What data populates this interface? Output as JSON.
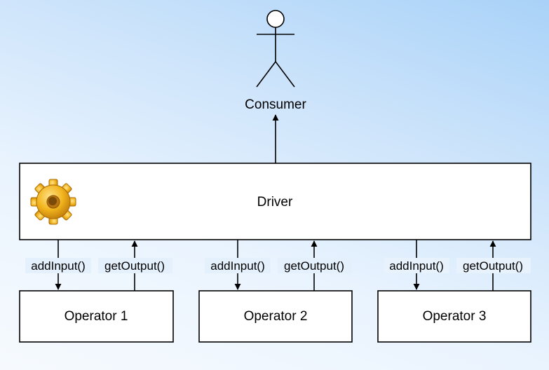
{
  "actor": {
    "label": "Consumer"
  },
  "driver": {
    "label": "Driver",
    "icon": "gear-icon"
  },
  "operators": [
    {
      "label": "Operator 1",
      "input_label": "addInput()",
      "output_label": "getOutput()"
    },
    {
      "label": "Operator 2",
      "input_label": "addInput()",
      "output_label": "getOutput()"
    },
    {
      "label": "Operator 3",
      "input_label": "addInput()",
      "output_label": "getOutput()"
    }
  ],
  "colors": {
    "stroke": "#000000",
    "box_fill": "#ffffff",
    "gear": "#f2b41d"
  }
}
